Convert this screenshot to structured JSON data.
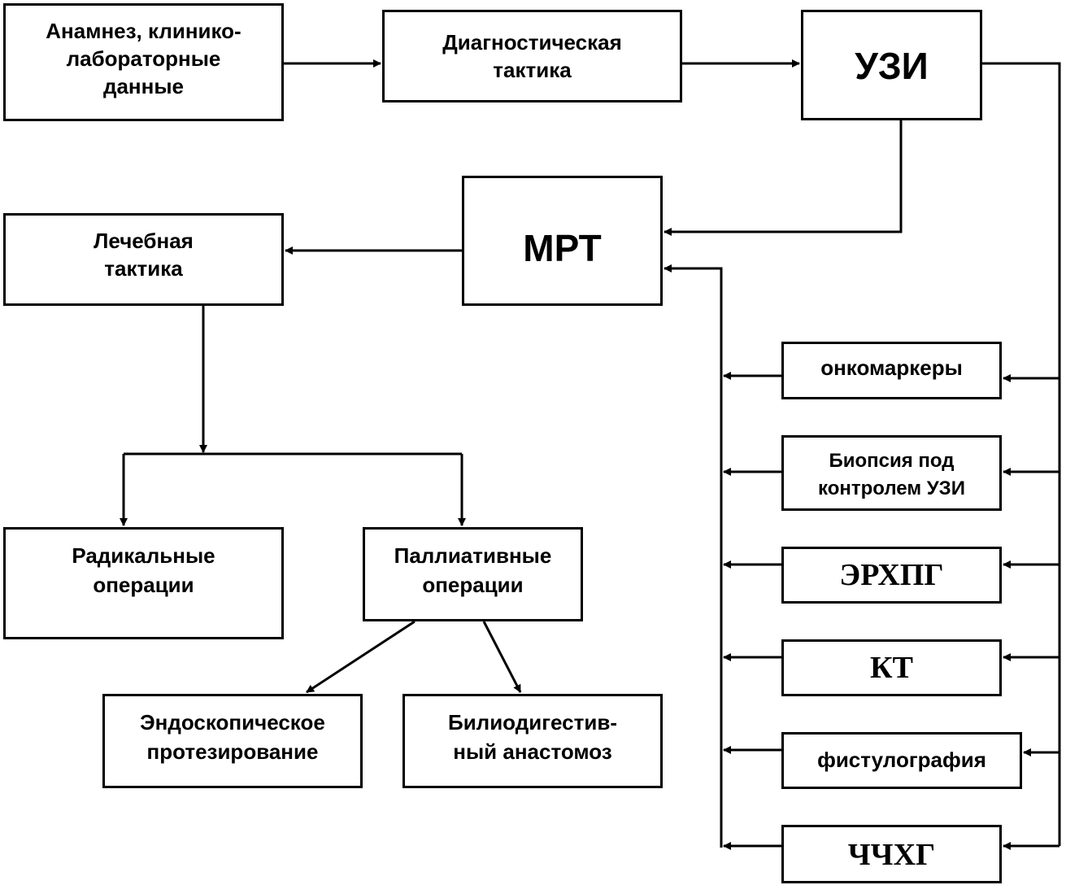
{
  "diagram": {
    "nodes": {
      "anamnez": "Анамнез, клинико-\nлабораторные\nданные",
      "diagnostic_tactics": "Диагностическая\nтактика",
      "uzi": "УЗИ",
      "mrt": "МРТ",
      "treatment_tactics": "Лечебная\nтактика",
      "radical_operations": "Радикальные\nоперации",
      "palliative_operations": "Паллиативные\nоперации",
      "endoscopic_prosthetics": "Эндоскопическое\nпротезирование",
      "biliodigestive_anastomosis": "Билиодигестив-\nный анастомоз",
      "tumor_markers": "онкомаркеры",
      "biopsy": "Биопсия под\nконтролем УЗИ",
      "erhpg": "ЭРХПГ",
      "kt": "КТ",
      "fistulography": "фистулография",
      "chchhg": "ЧЧХГ"
    },
    "edges": [
      [
        "anamnez",
        "diagnostic_tactics"
      ],
      [
        "diagnostic_tactics",
        "uzi"
      ],
      [
        "uzi",
        "mrt"
      ],
      [
        "uzi",
        "tumor_markers"
      ],
      [
        "uzi",
        "biopsy"
      ],
      [
        "uzi",
        "erhpg"
      ],
      [
        "uzi",
        "kt"
      ],
      [
        "uzi",
        "fistulography"
      ],
      [
        "uzi",
        "chchhg"
      ],
      [
        "tumor_markers",
        "mrt"
      ],
      [
        "biopsy",
        "mrt"
      ],
      [
        "erhpg",
        "mrt"
      ],
      [
        "kt",
        "mrt"
      ],
      [
        "fistulography",
        "mrt"
      ],
      [
        "chchhg",
        "mrt"
      ],
      [
        "mrt",
        "treatment_tactics"
      ],
      [
        "treatment_tactics",
        "radical_operations"
      ],
      [
        "treatment_tactics",
        "palliative_operations"
      ],
      [
        "palliative_operations",
        "endoscopic_prosthetics"
      ],
      [
        "palliative_operations",
        "biliodigestive_anastomosis"
      ]
    ]
  }
}
